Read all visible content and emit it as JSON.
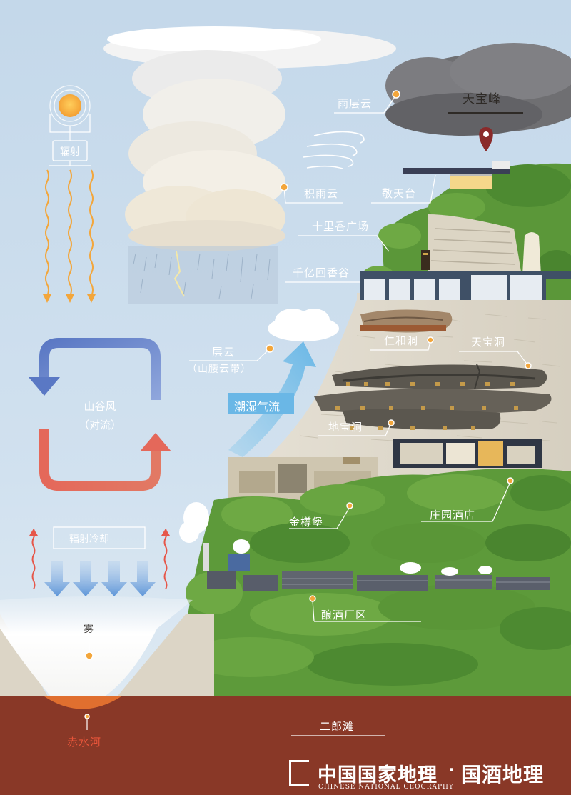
{
  "labels": {
    "radiation": "辐射",
    "cumulonimbus": "积雨云",
    "nimbostratus": "雨层云",
    "peak": "天宝峰",
    "jingtiantai": "敬天台",
    "shilixiang": "十里香广场",
    "qianyi": "千亿回香谷",
    "stratus": "层云",
    "stratus_sub": "（山腰云带）",
    "moist_flow": "潮湿气流",
    "renhe": "仁和洞",
    "tianbao_cave": "天宝洞",
    "dibao_cave": "地宝洞",
    "valley_wind": "山谷风",
    "valley_wind_sub": "（对流）",
    "radiative_cooling": "辐射冷却",
    "fog": "雾",
    "jinzunbao": "金樽堡",
    "hotel": "庄园酒店",
    "brewery": "酿酒厂区",
    "erlangtan": "二郎滩",
    "chishui": "赤水河"
  },
  "logo": {
    "name": "中国国家地理",
    "separator": "·",
    "brand": "国酒地理",
    "english": "CHINESE NATIONAL GEOGRAPHY"
  },
  "colors": {
    "sky": "#c9dcec",
    "valley_warm": "#e56a55",
    "valley_cool": "#5878c2",
    "sun": "#f3a63b",
    "forest": "#5d9a3a",
    "ground": "#8a3a28",
    "river": "#e06f2f",
    "arrow_moist": "#7ac3ea"
  }
}
